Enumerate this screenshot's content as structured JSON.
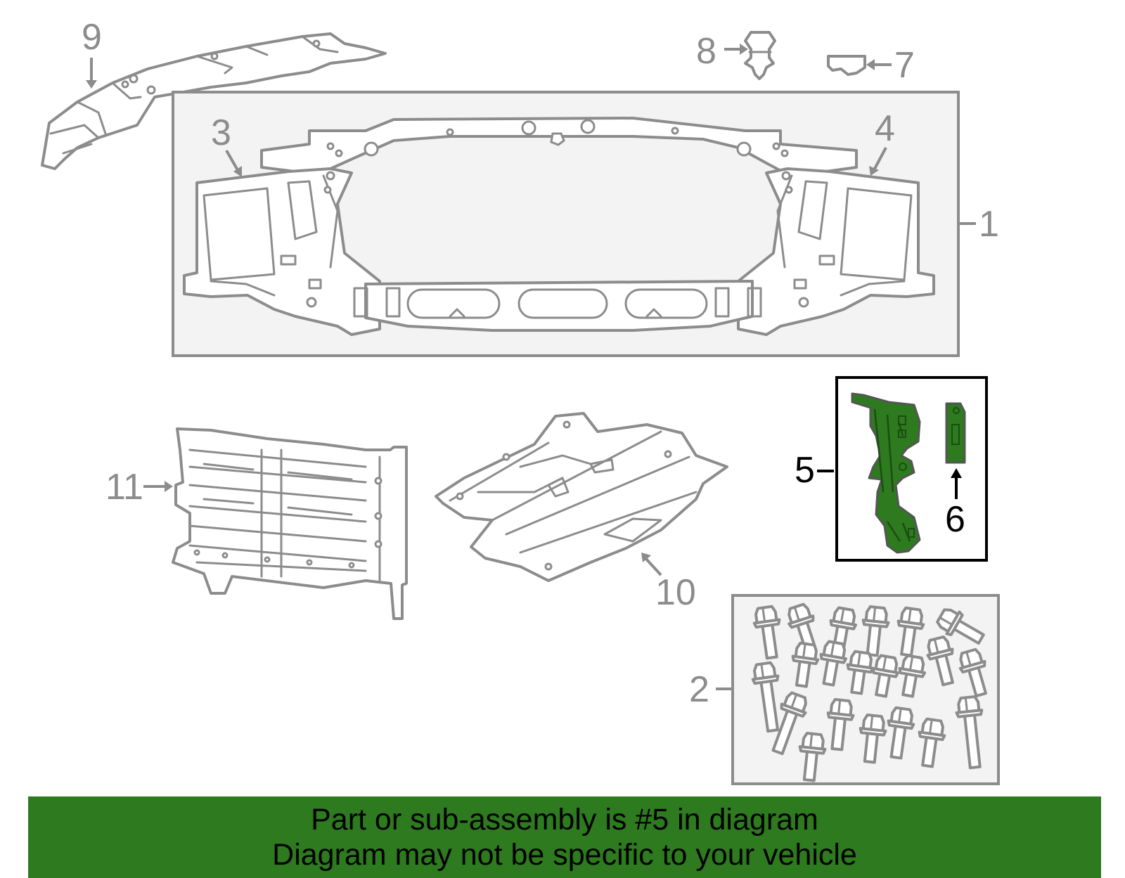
{
  "diagram": {
    "callouts": {
      "c1": "1",
      "c2": "2",
      "c3": "3",
      "c4": "4",
      "c5": "5",
      "c6": "6",
      "c7": "7",
      "c8": "8",
      "c9": "9",
      "c10": "10",
      "c11": "11"
    },
    "highlighted_part": "5",
    "colors": {
      "line": "#8c8c8c",
      "highlight": "#2d7a1f",
      "banner": "#2d7a1f",
      "box_fill": "#f3f3f3"
    }
  },
  "banner": {
    "line1": "Part or sub-assembly is #5 in diagram",
    "line2": "Diagram may not be specific to your vehicle"
  }
}
